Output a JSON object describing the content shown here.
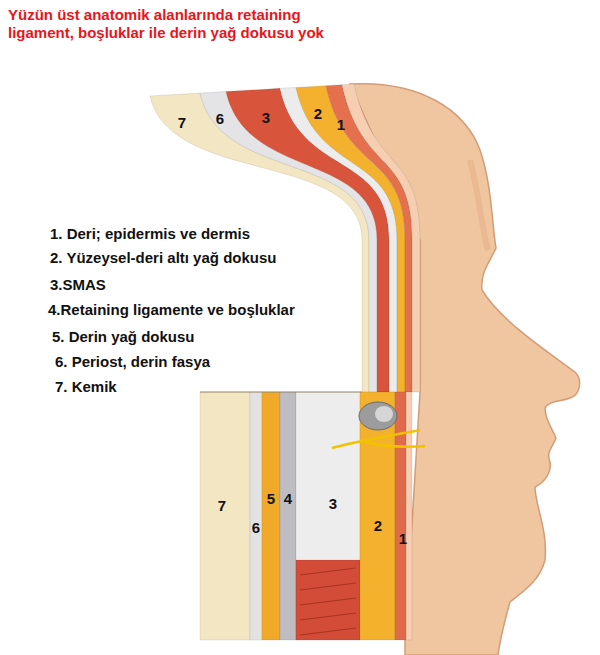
{
  "diagram": {
    "title": "Yüzün üst anatomik alanlarında retaining ligament, boşluklar ile derin yağ dokusu yok",
    "labels": [
      "7",
      "6",
      "3",
      "2",
      "1",
      "1. Deri; epidermis ve dermis",
      "2. Yüzeysel-deri altı yağ dokusu",
      "3.SMAS",
      "4.Retaining ligamente ve boşluklar",
      "5. Derin yağ dokusu",
      "6. Periost, derin fasya",
      "7. Kemik",
      "7",
      "6",
      "5",
      "4",
      "3",
      "2",
      "1"
    ]
  }
}
